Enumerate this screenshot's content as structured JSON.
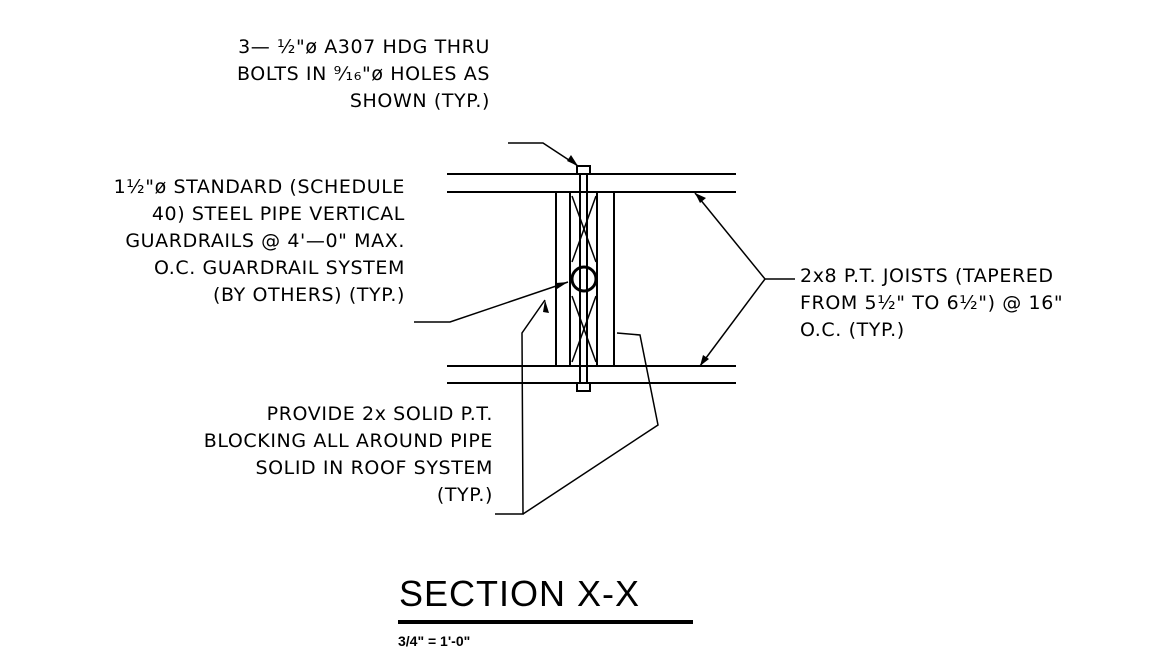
{
  "notes": {
    "bolts": [
      "3— ½\"ø A307 HDG THRU",
      "BOLTS IN ⁹⁄₁₆\"ø HOLES AS",
      "SHOWN (TYP.)"
    ],
    "pipe": [
      "1½\"ø STANDARD (SCHEDULE",
      "40) STEEL PIPE VERTICAL",
      "GUARDRAILS @ 4'—0\" MAX.",
      "O.C. GUARDRAIL SYSTEM",
      "(BY OTHERS) (TYP.)"
    ],
    "joists": [
      "2x8 P.T. JOISTS (TAPERED",
      "FROM 5½\" TO 6½\") @ 16\"",
      "O.C. (TYP.)"
    ],
    "blocking": [
      "PROVIDE 2x SOLID P.T.",
      "BLOCKING ALL AROUND PIPE",
      "SOLID IN ROOF SYSTEM",
      "(TYP.)"
    ]
  },
  "title": {
    "text": "SECTION X-X",
    "scale": "3/4\" = 1'-0\""
  },
  "colors": {
    "line": "#000000",
    "background": "#ffffff"
  }
}
